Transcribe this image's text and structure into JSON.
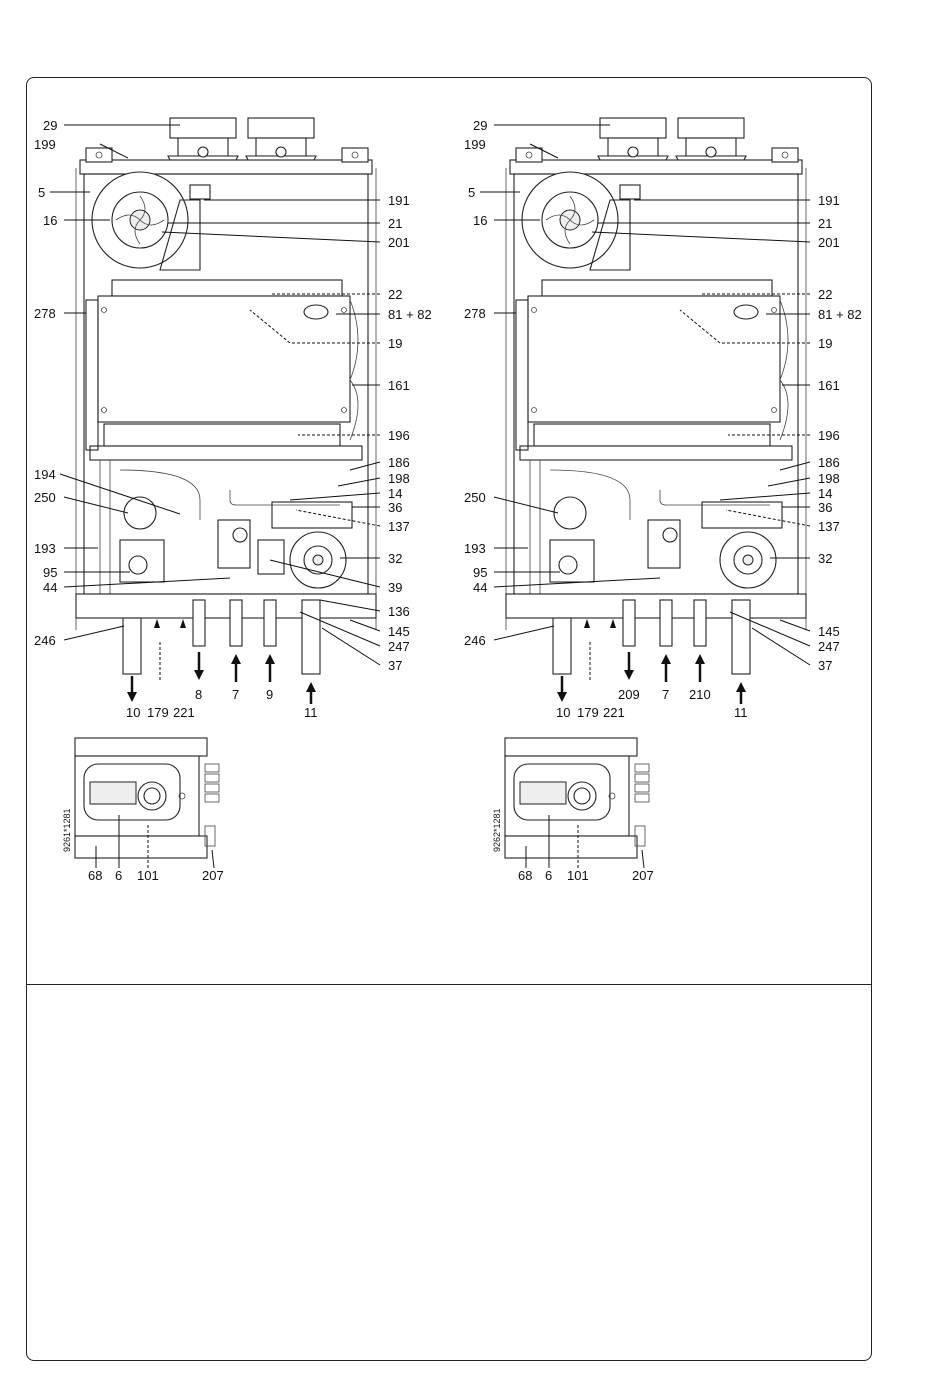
{
  "left_diagram": {
    "labels": {
      "l29": "29",
      "l199": "199",
      "l5": "5",
      "l16": "16",
      "l278": "278",
      "l194": "194",
      "l250": "250",
      "l193": "193",
      "l95": "95",
      "l44": "44",
      "l246": "246",
      "r191": "191",
      "r21": "21",
      "r201": "201",
      "r22": "22",
      "r8182": "81 + 82",
      "r19": "19",
      "r161": "161",
      "r196": "196",
      "r186": "186",
      "r198": "198",
      "r14": "14",
      "r36": "36",
      "r137": "137",
      "r32": "32",
      "r39": "39",
      "r136": "136",
      "r145": "145",
      "r247": "247",
      "r37": "37",
      "b10": "10",
      "b179": "179",
      "b221": "221",
      "b8": "8",
      "b7": "7",
      "b9": "9",
      "b11": "11"
    },
    "panel": {
      "code": "9261*1281",
      "p68": "68",
      "p6": "6",
      "p101": "101",
      "p207": "207"
    }
  },
  "right_diagram": {
    "labels": {
      "l29": "29",
      "l199": "199",
      "l5": "5",
      "l16": "16",
      "l278": "278",
      "l250": "250",
      "l193": "193",
      "l95": "95",
      "l44": "44",
      "l246": "246",
      "r191": "191",
      "r21": "21",
      "r201": "201",
      "r22": "22",
      "r8182": "81 + 82",
      "r19": "19",
      "r161": "161",
      "r196": "196",
      "r186": "186",
      "r198": "198",
      "r14": "14",
      "r36": "36",
      "r137": "137",
      "r32": "32",
      "r145": "145",
      "r247": "247",
      "r37": "37",
      "b10": "10",
      "b179": "179",
      "b221": "221",
      "b209": "209",
      "b7": "7",
      "b210": "210",
      "b11": "11"
    },
    "panel": {
      "code": "9262*1281",
      "p68": "68",
      "p6": "6",
      "p101": "101",
      "p207": "207"
    }
  }
}
